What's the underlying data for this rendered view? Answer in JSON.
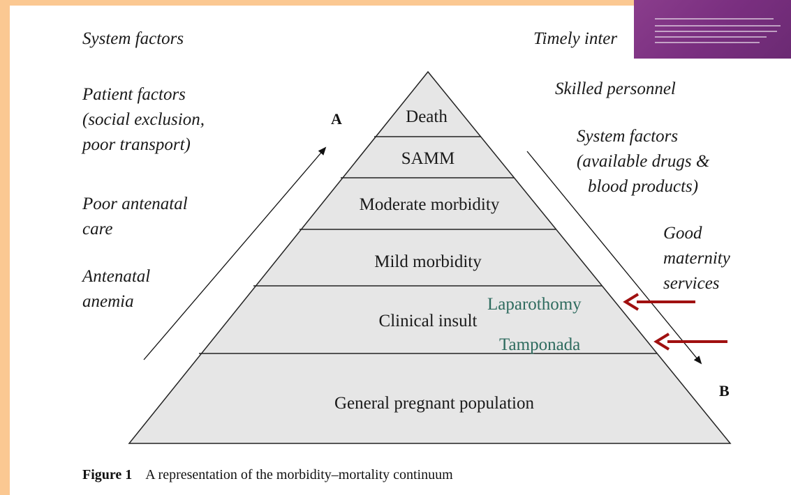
{
  "left_labels": {
    "system_factors": "System factors",
    "patient_factors": [
      "Patient factors",
      "(social exclusion,",
      "poor transport)"
    ],
    "poor_antenatal": [
      "Poor antenatal",
      "care"
    ],
    "antenatal_anemia": [
      "Antenatal",
      "anemia"
    ]
  },
  "right_labels": {
    "timely": "Timely inter",
    "skilled": "Skilled personnel",
    "system_factors": [
      "System factors",
      "(available drugs &",
      "blood products)"
    ],
    "good_maternity": [
      "Good",
      "maternity",
      "services"
    ]
  },
  "pyramid_tiers": {
    "death": "Death",
    "samm": "SAMM",
    "moderate": "Moderate morbidity",
    "mild": "Mild morbidity",
    "clinical": "Clinical insult",
    "general": "General pregnant population"
  },
  "markers": {
    "a": "A",
    "b": "B"
  },
  "annotations": {
    "laparothomy": "Laparothomy",
    "tamponada": "Tamponada"
  },
  "caption": {
    "label": "Figure 1",
    "text": "A representation of the morbidity–mortality continuum"
  },
  "colors": {
    "frame": "#fbc892",
    "tier_fill": "#e6e6e6",
    "annotation_text": "#2e6b5e",
    "annotation_arrow": "#a01010",
    "book_cover": "#7a2f80"
  }
}
